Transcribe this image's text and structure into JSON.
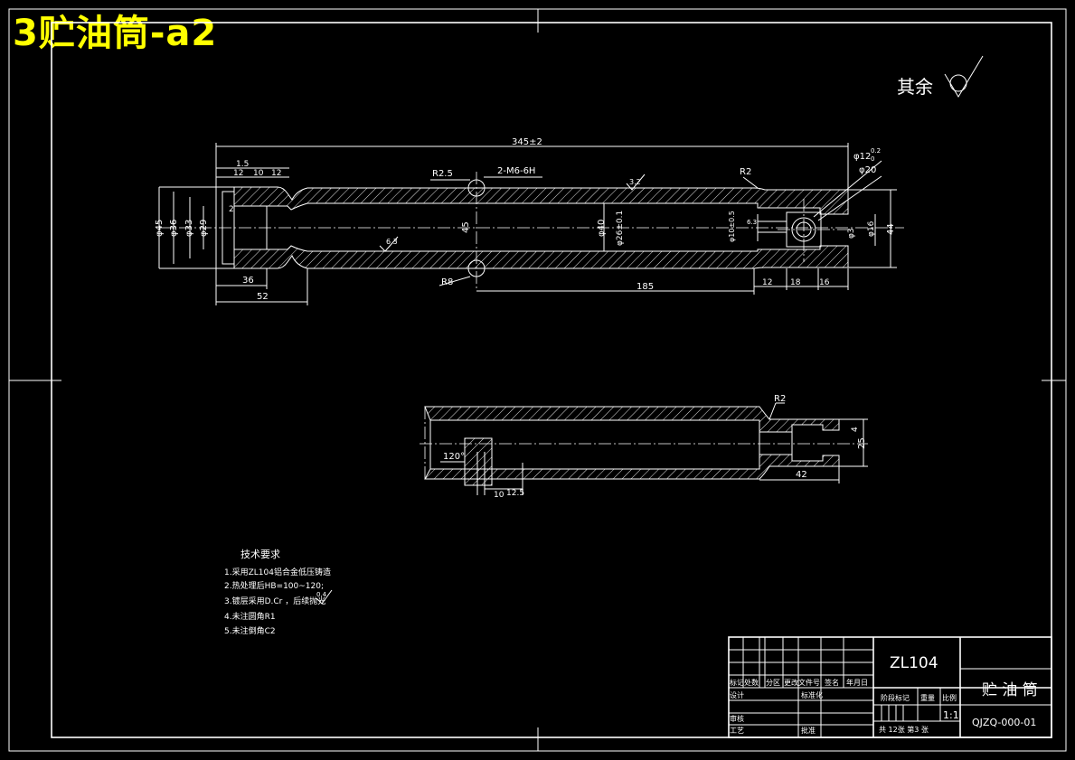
{
  "title": "3贮油筒-a2",
  "surface": {
    "label": "其余",
    "value": ""
  },
  "part1": {
    "overall_length": "345±2",
    "thread": "2-M6-6H",
    "r25": "R2.5",
    "r2": "R2",
    "r8": "R8",
    "rough_top": "3.2",
    "rough_bottom": "6.3",
    "d_top": "φ12",
    "d_top_tol_up": "0.2",
    "d_top_tol_lo": "0",
    "d20": "φ20",
    "d45": "φ45",
    "d36": "φ36",
    "d33": "φ33",
    "d29": "φ29",
    "v45": "45",
    "d40": "φ40",
    "d26": "φ26±0.1",
    "d10": "φ10±0.5",
    "rough_small": "6.3",
    "d3": "φ3",
    "d16": "φ16",
    "v44": "44",
    "dim_15": "1.5",
    "dim_12a": "12",
    "dim_10": "10",
    "dim_12b": "12",
    "dim_2": "2",
    "dim_36": "36",
    "dim_52": "52",
    "dim_185": "185",
    "dim_12c": "12",
    "dim_18": "18",
    "dim_16": "16"
  },
  "part2": {
    "r2": "R2",
    "angle": "120°",
    "dim_10": "10",
    "dim_125": "12.5",
    "dim_25": "25",
    "dim_42": "42",
    "dim_4": "4"
  },
  "tech": {
    "heading": "技术要求",
    "items": [
      "1.采用ZL104铝合金低压铸造",
      "2.热处理后HB=100~120;",
      "3.镀层采用D.Cr  ，后续抛光",
      "4.未注圆角R1",
      "5.未注倒角C2"
    ],
    "roughness": "0.4"
  },
  "titleblock": {
    "material": "ZL104",
    "part_name": "贮 油 筒",
    "drawing_no": "QJZQ-000-01",
    "scale": "1:1",
    "headers": [
      "标记",
      "处数",
      "分区",
      "更改文件号",
      "签名",
      "年月日"
    ],
    "design": "设计",
    "standard": "标准化",
    "stage_mark": "阶段标记",
    "weight": "重量",
    "ratio": "比例",
    "review": "审核",
    "process": "工艺",
    "approve": "批准",
    "sheets": "共 12张  第3 张"
  }
}
